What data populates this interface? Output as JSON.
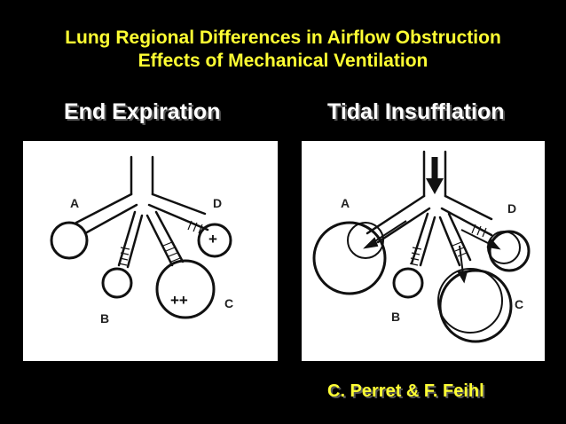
{
  "slide": {
    "title_line1": "Lung Regional Differences in Airflow Obstruction",
    "title_line2": "Effects of Mechanical Ventilation",
    "left_heading": "End Expiration",
    "right_heading": "Tidal Insufflation",
    "credit": "C. Perret & F. Feihl"
  },
  "left_diagram": {
    "labels": {
      "a": "A",
      "b": "B",
      "c": "C",
      "d": "D"
    },
    "mark_d": "+",
    "mark_c": "++"
  },
  "right_diagram": {
    "labels": {
      "a": "A",
      "b": "B",
      "c": "C",
      "d": "D"
    }
  },
  "colors": {
    "title": "#ffff33",
    "heading": "#ffffff",
    "background": "#000000"
  }
}
